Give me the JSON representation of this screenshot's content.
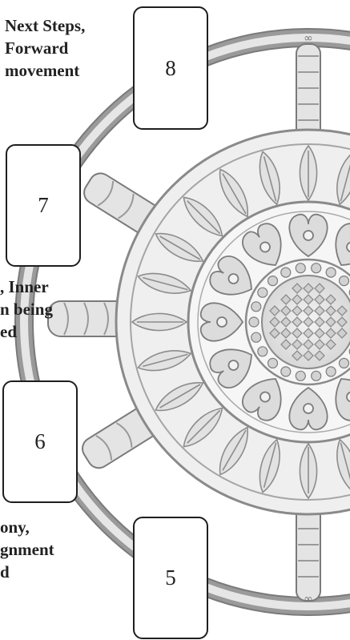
{
  "cards": [
    {
      "number": "8"
    },
    {
      "number": "7"
    },
    {
      "number": "6"
    },
    {
      "number": "5"
    }
  ],
  "labels": {
    "card8": [
      "Next Steps,",
      "Forward",
      "movement"
    ],
    "card7": [
      ", Inner",
      "n being",
      "ed"
    ],
    "card6": [
      "ony,",
      "gnment",
      "d"
    ]
  },
  "decoration": {
    "wheel_marks": [
      "∞",
      "∞"
    ],
    "colors": {
      "card_border": "#1e1e1e",
      "text": "#222222",
      "wheel_stroke": "#8a8a8a",
      "wheel_fill": "#ececec"
    }
  }
}
